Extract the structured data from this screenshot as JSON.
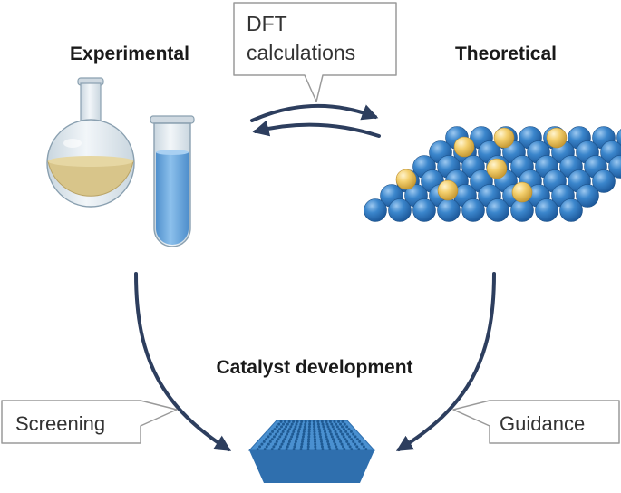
{
  "labels": {
    "experimental": "Experimental",
    "theoretical": "Theoretical",
    "dft_line1": "DFT",
    "dft_line2": "calculations",
    "catalyst_development": "Catalyst development",
    "screening": "Screening",
    "guidance": "Guidance"
  },
  "icons": {
    "flask": "round-bottom-flask-icon",
    "test_tube": "test-tube-icon",
    "lattice": "atomic-lattice-icon",
    "chip": "catalyst-chip-icon"
  },
  "colors": {
    "arrow": "#2d3e5e",
    "callout_border": "#9a9a9a",
    "atom_blue": "#2f79c0",
    "atom_gold": "#f1cd6e",
    "flask_liquid": "#d8c58a",
    "tube_liquid": "#6ba4d8",
    "chip_blue": "#4a90d0"
  }
}
